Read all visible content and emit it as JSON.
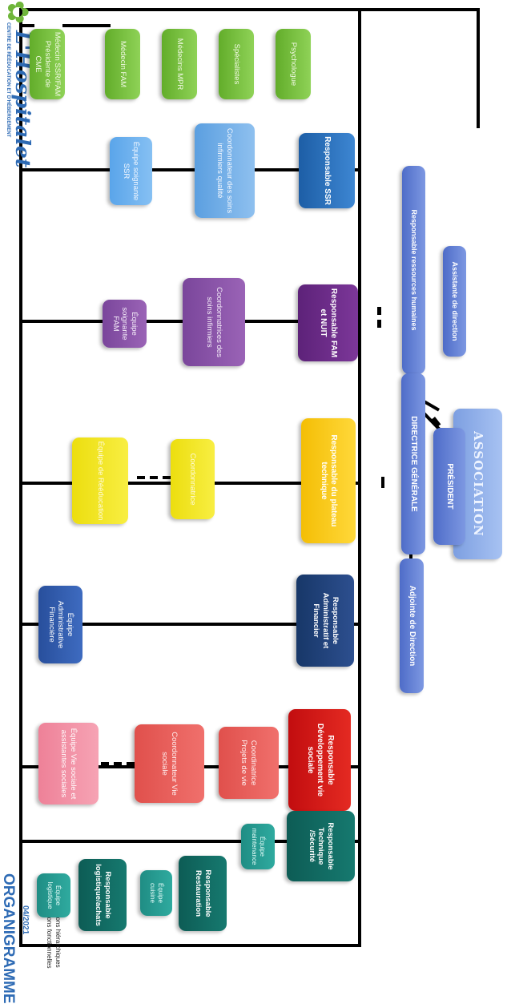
{
  "header": {
    "logo_text": "L'Hospitalet",
    "logo_subtitle": "CENTRE DE RÉÉDUCATION ET D'HÉBERGEMENT",
    "title": "ORGANIGRAMME",
    "date": "04/2021"
  },
  "legend": {
    "hierarchical": "Liaisons hiérarchiques",
    "functional": "Liaisons fonctionnelles"
  },
  "top": {
    "association": "ASSOCIATION",
    "president": "PRÉSIDENT",
    "assistante": "Assistante de direction",
    "rh": "Responsable ressources humaines",
    "directrice": "DIRECTRICE GÉNÉRALE",
    "adjointe": "Adjointe de Direction"
  },
  "medical": [
    "Médecin SSR/FAM Présidente de CME",
    "Médecin FAM",
    "Médecins MPR",
    "Spécialistes",
    "Psychologue"
  ],
  "branches": {
    "ssr": {
      "head": "Responsable SSR",
      "coord": "Coordonnateur des soins infirmiers qualité",
      "team": "Équipe soignante SSR"
    },
    "fam": {
      "head": "Responsable FAM et NUIT",
      "coord": "Coordonnatrices des soins infirmiers",
      "team": "Équipe soignante FAM"
    },
    "plateau": {
      "head": "Responsable du plateau technique",
      "coord": "Coordonnatrice",
      "team": "Équipe de Rééducation"
    },
    "admin": {
      "head": "Responsable Administratif et Financier",
      "team": "Équipe Administrative Financière"
    },
    "social": {
      "head": "Responsable Développement vie sociale",
      "projets": "Coordinatrice Projets de vie",
      "coord": "Coordonnateur Vie sociale",
      "team": "Équipe Vie sociale et assistantes sociales"
    },
    "tech": {
      "head": "Responsable Technique /Sécurité",
      "team": "Équipe maintenance"
    },
    "resto": {
      "head": "Responsable Restauration",
      "team": "Équipe cuisine"
    },
    "logi": {
      "head": "Responsable logistique/achats",
      "team": "Équipe logistique"
    }
  }
}
